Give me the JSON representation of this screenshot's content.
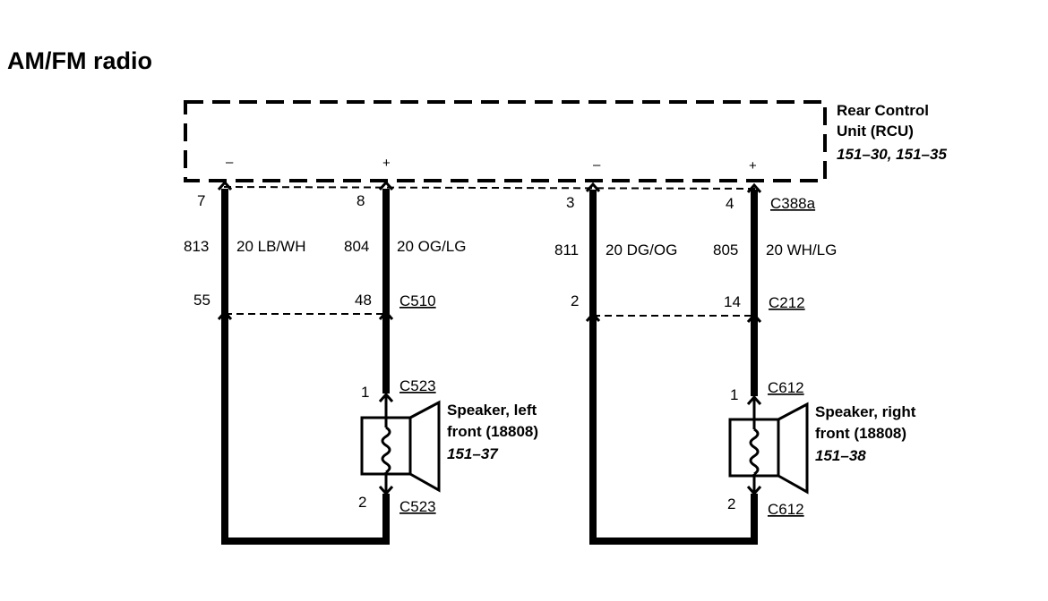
{
  "title": "AM/FM radio",
  "rcu": {
    "line1": "Rear Control",
    "line2": "Unit (RCU)",
    "ref": "151–30, 151–35",
    "polarity": [
      "–",
      "+",
      "–",
      "+"
    ],
    "connector": "C388a"
  },
  "left_circuit": {
    "pins_top": [
      "7",
      "8"
    ],
    "circuits": [
      {
        "number": "813",
        "wire": "20 LB/WH"
      },
      {
        "number": "804",
        "wire": "20 OG/LG"
      }
    ],
    "pins_mid": [
      "55",
      "48"
    ],
    "connector_mid": "C510",
    "speaker": {
      "pin_top": "1",
      "pin_bottom": "2",
      "connector_top": "C523",
      "connector_bottom": "C523",
      "name_line1": "Speaker, left",
      "name_line2": "front (18808)",
      "ref": "151–37"
    }
  },
  "right_circuit": {
    "pins_top": [
      "3",
      "4"
    ],
    "circuits": [
      {
        "number": "811",
        "wire": "20 DG/OG"
      },
      {
        "number": "805",
        "wire": "20 WH/LG"
      }
    ],
    "pins_mid": [
      "2",
      "14"
    ],
    "connector_mid": "C212",
    "speaker": {
      "pin_top": "1",
      "pin_bottom": "2",
      "connector_top": "C612",
      "connector_bottom": "C612",
      "name_line1": "Speaker, right",
      "name_line2": "front (18808)",
      "ref": "151–38"
    }
  }
}
